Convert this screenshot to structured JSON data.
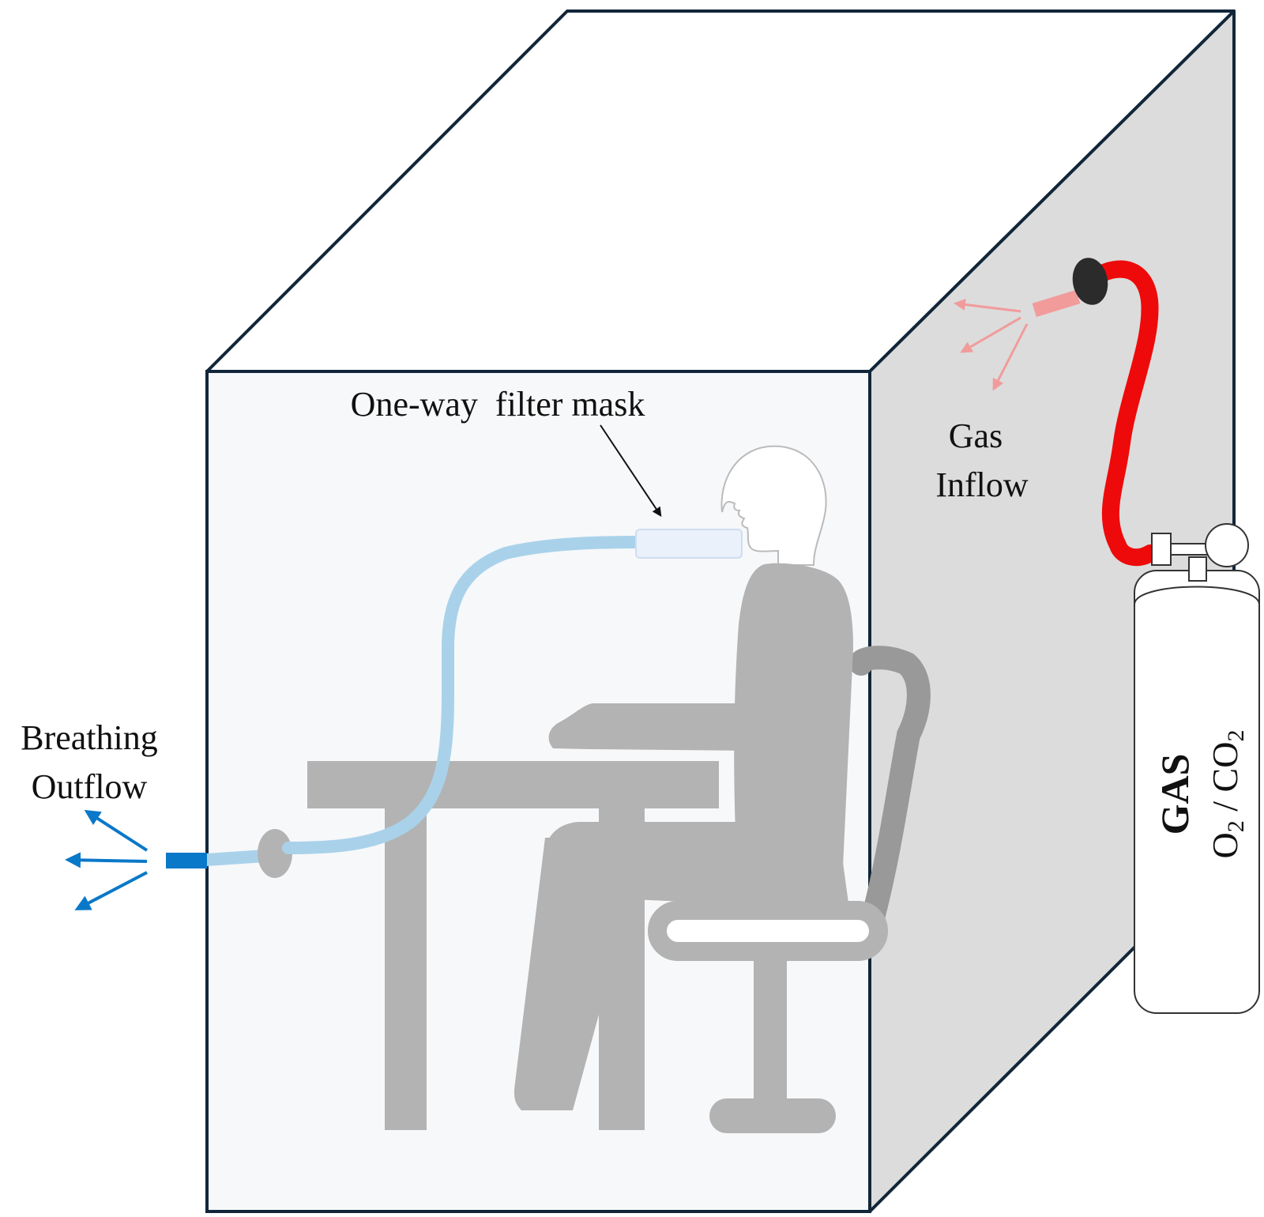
{
  "labels": {
    "mask": "One-way  filter mask",
    "gas_inflow_line1": "Gas",
    "gas_inflow_line2": "Inflow",
    "breathing_line1": "Breathing",
    "breathing_line2": "Outflow",
    "cylinder_title": "GAS",
    "cylinder_o": "O",
    "cylinder_o_sub": "2",
    "cylinder_sep": " / ",
    "cylinder_co": "CO",
    "cylinder_co_sub": "2"
  },
  "colors": {
    "box_edge": "#12263a",
    "front_face": "#f7f8fa",
    "side_face": "#dcdcdc",
    "figure_gray": "#b3b3b3",
    "chair_gray": "#999999",
    "tube_blue": "#a9d2ea",
    "outflow_blue": "#0a78c8",
    "hose_red": "#ee0a0a",
    "inflow_pink": "#f19b9b",
    "nozzle_dark": "#2b2b2b"
  },
  "icons": {
    "inflow_arrows": "arrow-icon",
    "outflow_arrows": "arrow-icon"
  }
}
